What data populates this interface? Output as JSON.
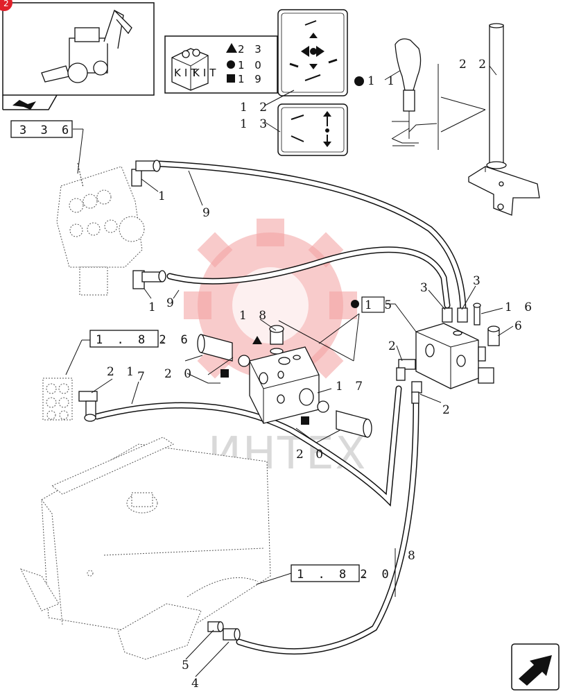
{
  "page_badge": "2",
  "kit_legend": {
    "kit_box_labels": [
      "KIT",
      "KIT"
    ],
    "entries": [
      {
        "symbol": "triangle",
        "value": "2 3"
      },
      {
        "symbol": "circle",
        "value": "1 0"
      },
      {
        "symbol": "square",
        "value": "1 9"
      }
    ]
  },
  "joystick_callout": {
    "symbol": "circle",
    "value": "1 1"
  },
  "kit_ref_15": "1 5",
  "reference_boxes": {
    "ref_336": "3 3 6",
    "ref_182_6_box": "1 . 8 2",
    "ref_182_6_suffix": ". 6",
    "ref_182_0_box": "1 . 8 2",
    "ref_182_0_suffix": ". 0"
  },
  "part_labels": {
    "p1a": "1",
    "p1b": "1",
    "p2a": "2",
    "p2b": "2",
    "p3a": "3",
    "p3b": "3",
    "p4": "4",
    "p5": "5",
    "p6": "6",
    "p7": "7",
    "p8": "8",
    "p9a": "9",
    "p9b": "9",
    "p12": "1 2",
    "p13": "1 3",
    "p16": "1 6",
    "p17": "1 7",
    "p18": "1 8",
    "p20a": "2 0",
    "p20b": "2 0",
    "p21": "2 1",
    "p22": "2 2"
  },
  "watermark_text": "ИНТЕХ",
  "colors": {
    "badge": "#e0202a",
    "watermark": "#f3a0a0",
    "ink": "#111111"
  },
  "icons": [
    "backhoe-loader-thumbnail",
    "kit-box-icon",
    "next-page-arrow-icon",
    "previous-page-arrow-icon"
  ]
}
